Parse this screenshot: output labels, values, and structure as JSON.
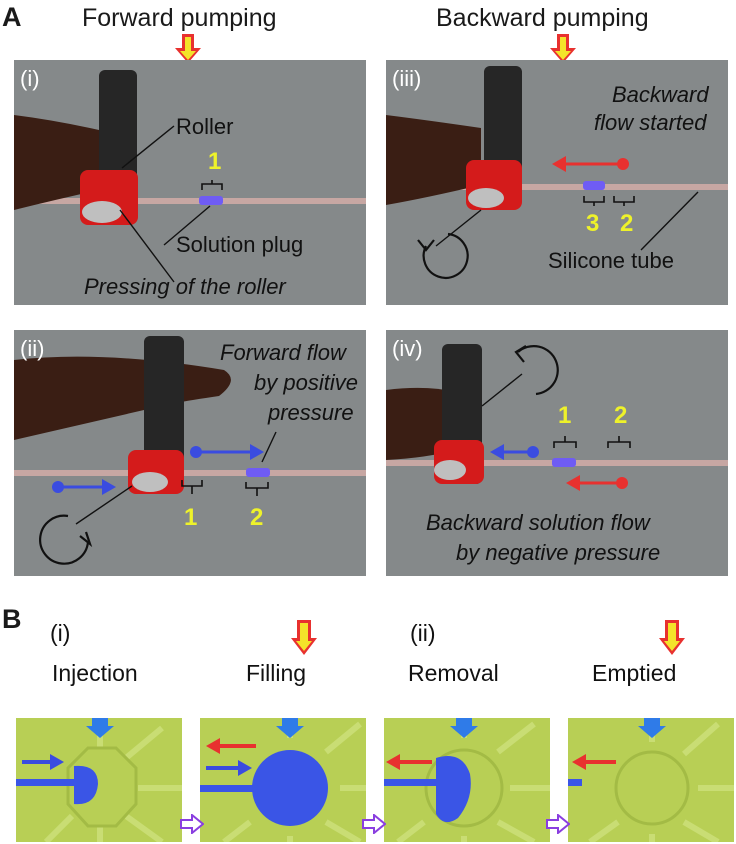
{
  "colors": {
    "photo_bg": "#85898a",
    "flow_red": "#e8312f",
    "flow_blue": "#3a4ce0",
    "digit_yellow": "#eef22a",
    "chip_green": "#b8cf55",
    "liquid_blue": "#3a55e6",
    "marker_purple": "#8a3ee0"
  },
  "panelA": {
    "letter": "A",
    "forward_title": "Forward pumping",
    "backward_title": "Backward pumping",
    "p1": {
      "id": "(i)",
      "roller": "Roller",
      "solution_plug": "Solution plug",
      "pressing": "Pressing of the roller",
      "n1": "1"
    },
    "p2": {
      "id": "(ii)",
      "line1": "Forward flow",
      "line2": "by positive",
      "line3": "pressure",
      "n1": "1",
      "n2": "2"
    },
    "p3": {
      "id": "(iii)",
      "line1": "Backward",
      "line2": "flow started",
      "silicone": "Silicone tube",
      "n3": "3",
      "n2": "2"
    },
    "p4": {
      "id": "(iv)",
      "line1": "Backward solution flow",
      "line2": "by negative pressure",
      "n1": "1",
      "n2": "2"
    }
  },
  "panelB": {
    "letter": "B",
    "id1": "(i)",
    "id2": "(ii)",
    "captions": [
      "Injection",
      "Filling",
      "Removal",
      "Emptied"
    ]
  }
}
